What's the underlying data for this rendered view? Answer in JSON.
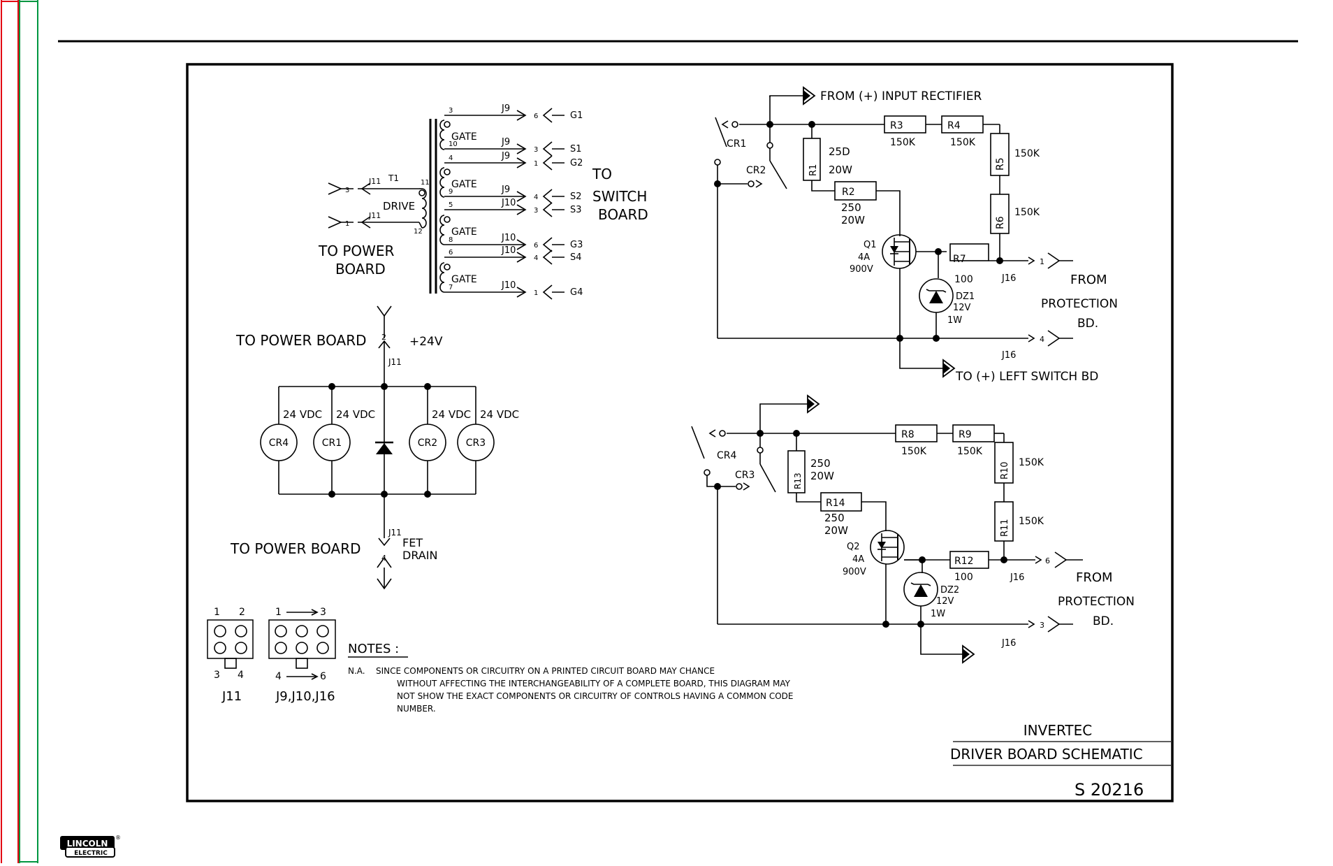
{
  "margin_colors": {
    "red": "#e30613",
    "green": "#009640"
  },
  "logo": {
    "top": "LINCOLN",
    "bottom": "ELECTRIC",
    "mark": "®"
  },
  "title_block": {
    "product": "INVERTEC",
    "title": "DRIVER BOARD SCHEMATIC",
    "drawing_number": "S 20216"
  },
  "notes": {
    "heading": "NOTES :",
    "na_label": "N.A.",
    "lines": [
      "SINCE COMPONENTS OR CIRCUITRY ON A PRINTED CIRCUIT BOARD MAY CHANCE",
      "WITHOUT AFFECTING THE INTERCHANGEABILITY OF A COMPLETE BOARD, THIS DIAGRAM MAY",
      "NOT SHOW THE EXACT COMPONENTS OR CIRCUITRY OF CONTROLS HAVING A COMMON CODE",
      "NUMBER."
    ]
  },
  "transformer": {
    "name": "T1",
    "drive": "DRIVE",
    "gate": "GATE",
    "to_power": [
      "TO POWER",
      "BOARD"
    ],
    "to_switch": [
      "TO",
      "SWITCH",
      "BOARD"
    ],
    "primary_pins": [
      {
        "connector": "J11",
        "pin": "3",
        "winding": "11"
      },
      {
        "connector": "J11",
        "pin": "1",
        "winding": "12"
      }
    ],
    "outputs": [
      {
        "winding": "3",
        "connector": "J9",
        "pin": "6",
        "signal": "G1"
      },
      {
        "winding": "10",
        "connector": "J9",
        "pin": "3",
        "signal": "S1"
      },
      {
        "winding": "4",
        "connector": "J9",
        "pin": "1",
        "signal": "G2"
      },
      {
        "winding": "9",
        "connector": "J9",
        "pin": "4",
        "signal": "S2"
      },
      {
        "winding": "5",
        "connector": "J10",
        "pin": "3",
        "signal": "S3"
      },
      {
        "winding": "8",
        "connector": "J10",
        "pin": "6",
        "signal": "G3"
      },
      {
        "winding": "6",
        "connector": "J10",
        "pin": "4",
        "signal": "S4"
      },
      {
        "winding": "7",
        "connector": "J10",
        "pin": "1",
        "signal": "G4"
      }
    ]
  },
  "relay_supply": {
    "top_label": "TO POWER BOARD",
    "top_pin": "2",
    "voltage": "+24V",
    "connector": "J11",
    "bottom_label": "TO POWER BOARD",
    "bottom_pin": "4",
    "fet": "FET",
    "drain": "DRAIN",
    "coils": [
      {
        "name": "CR4",
        "rating": "24 VDC"
      },
      {
        "name": "CR1",
        "rating": "24 VDC"
      },
      {
        "name": "CR2",
        "rating": "24 VDC"
      },
      {
        "name": "CR3",
        "rating": "24 VDC"
      }
    ]
  },
  "circuit_top": {
    "source": "FROM (+) INPUT RECTIFIER",
    "relays": [
      "CR1",
      "CR2"
    ],
    "resistors": [
      {
        "name": "R3",
        "value": "150K"
      },
      {
        "name": "R4",
        "value": "150K"
      },
      {
        "name": "R5",
        "value": "150K"
      },
      {
        "name": "R6",
        "value": "150K"
      },
      {
        "name": "R1",
        "value": "25D",
        "power": "20W"
      },
      {
        "name": "R2",
        "value": "250",
        "power": "20W"
      },
      {
        "name": "R7",
        "value": "100"
      }
    ],
    "fet": {
      "name": "Q1",
      "current": "4A",
      "voltage": "900V"
    },
    "zener": {
      "name": "DZ1",
      "voltage": "12V",
      "power": "1W"
    },
    "connector": "J16",
    "pins": [
      "1",
      "4"
    ],
    "from_label": [
      "FROM",
      "PROTECTION",
      "BD."
    ],
    "switch_label": "TO (+) LEFT SWITCH BD"
  },
  "circuit_bottom": {
    "relays": [
      "CR4",
      "CR3"
    ],
    "resistors": [
      {
        "name": "R8",
        "value": "150K"
      },
      {
        "name": "R9",
        "value": "150K"
      },
      {
        "name": "R10",
        "value": "150K"
      },
      {
        "name": "R11",
        "value": "150K"
      },
      {
        "name": "R13",
        "value": "250",
        "power": "20W"
      },
      {
        "name": "R14",
        "value": "250",
        "power": "20W"
      },
      {
        "name": "R12",
        "value": "100"
      }
    ],
    "fet": {
      "name": "Q2",
      "current": "4A",
      "voltage": "900V"
    },
    "zener": {
      "name": "DZ2",
      "voltage": "12V",
      "power": "1W"
    },
    "connector": "J16",
    "pins": [
      "6",
      "3"
    ],
    "from_label": [
      "FROM",
      "PROTECTION",
      "BD."
    ]
  },
  "pinouts": [
    {
      "name": "J11",
      "top": [
        "1",
        "2"
      ],
      "bottom": [
        "3",
        "4"
      ]
    },
    {
      "name": "J9,J10,J16",
      "top": [
        "1",
        "3"
      ],
      "bottom": [
        "4",
        "6"
      ]
    }
  ]
}
